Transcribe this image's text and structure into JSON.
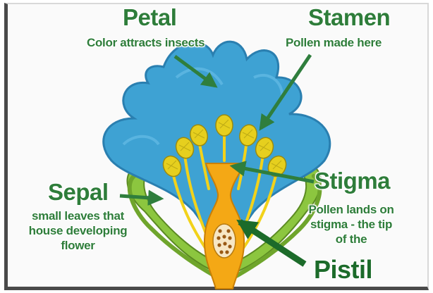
{
  "labels": {
    "petal": {
      "title": "Petal",
      "desc": "Color attracts insects"
    },
    "stamen": {
      "title": "Stamen",
      "desc": "Pollen made here"
    },
    "sepal": {
      "title": "Sepal",
      "desc_lines": [
        "small leaves that",
        "house developing",
        "flower"
      ]
    },
    "stigma": {
      "title": "Stigma",
      "desc_lines": [
        "Pollen lands on",
        "stigma - the tip",
        "of the"
      ]
    },
    "pistil": {
      "title": "Pistil"
    }
  },
  "colors": {
    "label_green": "#2e7d3a",
    "petal_blue": "#3ea2d3",
    "sepal_green": "#8cc63f",
    "stamen_yellow": "#f2d21a",
    "pistil_orange": "#f4a815",
    "arrow_green": "#2f7e3d"
  }
}
